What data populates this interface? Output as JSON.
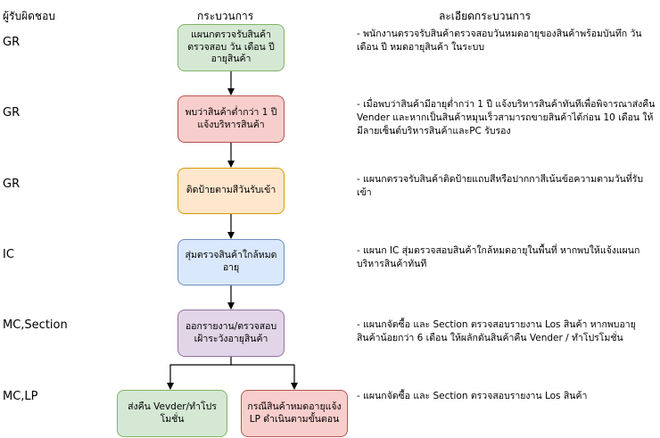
{
  "headers": {
    "owner": "ผู้รับผิดชอบ",
    "process": "กระบวนการ",
    "detail": "ละเอียดกระบวนการ"
  },
  "rows": [
    {
      "role": "GR",
      "box": "แผนกตรวจรับสินค้า ตรวจสอบ วัน เดือน ปี อายุสินค้า",
      "desc": "- พนักงานตรวจรับสินค้าตรวจสอบวันหมดอายุของสินค้าพร้อมบันทึก วัน เดือน ปี หมดอายุสินค้า ในระบบ"
    },
    {
      "role": "GR",
      "box": "พบว่าสินค้าต่ำกว่า 1 ปี แจ้งบริหารสินค้า",
      "desc": "- เมื่อพบว่าสินค้ามีอายุต่ำกว่า 1 ปี แจ้งบริหารสินค้าทันทีเพื่อพิจารณาส่งคืน Vender และหากเป็นสินค้าหมุนเร็วสามารถขายสินค้าได้ก่อน 10 เดือน ให้มีลายเซ็นต์บริหารสินค้าและPC รับรอง"
    },
    {
      "role": "GR",
      "box": "ติดป้ายตามสีวันรับเข้า",
      "desc": "- แผนกตรวจรับสินค้าติดป้ายแถบสีหรือปากกาสีเน้นข้อความตามวันที่รับเข้า"
    },
    {
      "role": "IC",
      "box": "สุ่มตรวจสินค้าใกล้หมดอายุ",
      "desc": "- แผนก IC สุ่มตรวจสอบสินค้าใกล้หมดอายุในพื้นที่ หากพบให้แจ้งแผนกบริหารสินค้าทันที"
    },
    {
      "role": "MC,Section",
      "box": "ออกรายงาน/ตรวจสอบ เฝ้าระวังอายุสินค้า",
      "desc": "- แผนกจัดซื้อ และ Section ตรวจสอบรายงาน Los สินค้า หากพบอายุสินค้าน้อยกว่า 6 เดือน ให้ผลักดันสินค้าคืน Vender / ทำโปรโมชั่น"
    },
    {
      "role": "MC,LP",
      "box_left": "ส่งคืน Vevder/ทำโปรโมชั่น",
      "box_right": "กรณีสินค้าหมดอายุแจ้ง LP ดำเนินตามขั้นตอน",
      "desc": "- แผนกจัดซื้อ และ Section ตรวจสอบรายงาน Los สินค้า"
    }
  ]
}
